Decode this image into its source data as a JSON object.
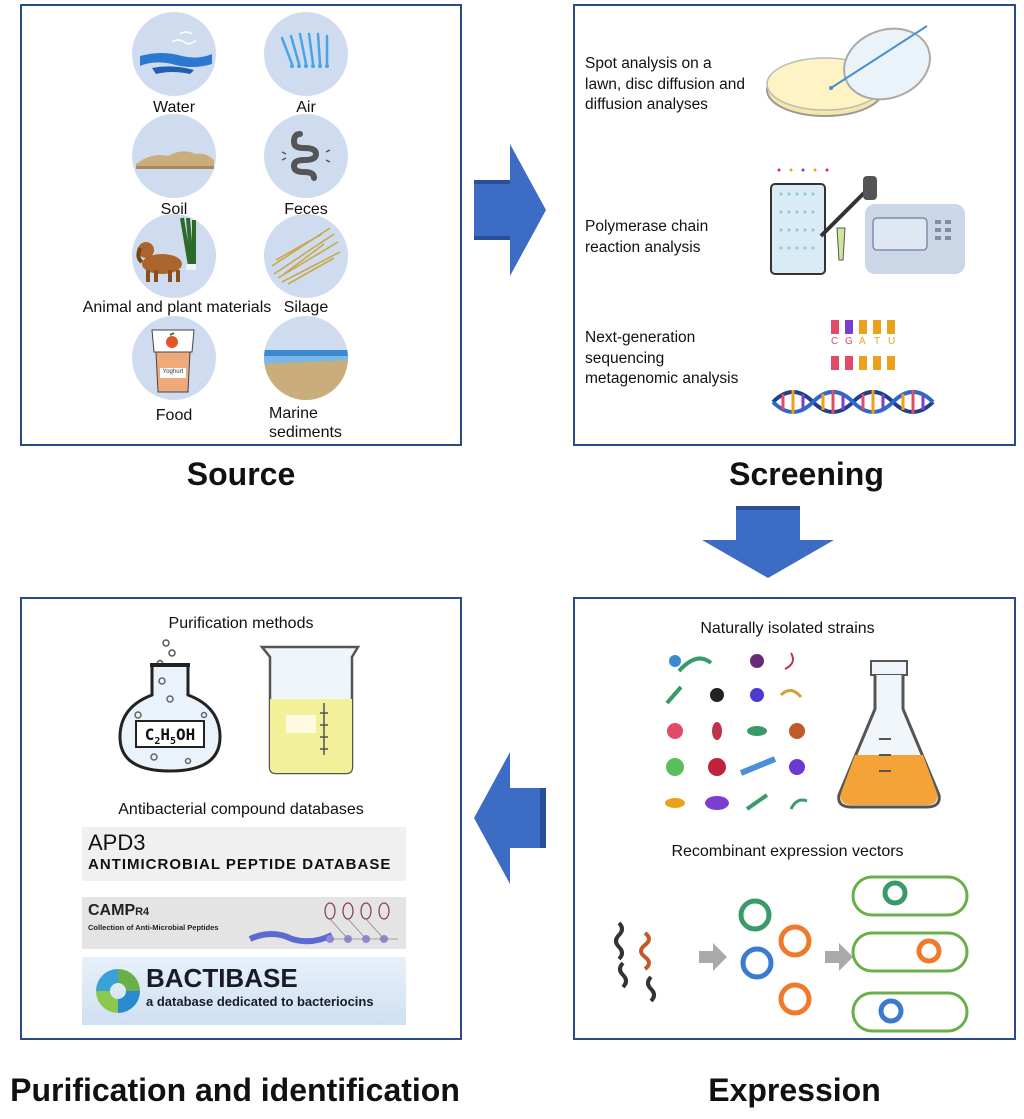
{
  "source": {
    "title": "Source",
    "items": [
      "Water",
      "Air",
      "Soil",
      "Feces",
      "Animal and plant materials",
      "Silage",
      "Food",
      "Marine sediments"
    ],
    "yoghurt_label": "Yoghurt"
  },
  "screening": {
    "title": "Screening",
    "methods": [
      "Spot analysis on a lawn, disc diffusion and diffusion analyses",
      "Polymerase chain reaction analysis",
      "Next-generation sequencing metagenomic analysis"
    ],
    "nucleotides": [
      "C",
      "G",
      "A",
      "T",
      "U"
    ]
  },
  "expression": {
    "title": "Expression",
    "strains_label": "Naturally isolated strains",
    "vectors_label": "Recombinant expression vectors"
  },
  "purification": {
    "title": "Purification and identification",
    "methods_label": "Purification methods",
    "formula": "C2H5OH",
    "databases_label": "Antibacterial compound databases",
    "databases": {
      "apd3_name": "APD3",
      "apd3_sub": "ANTIMICROBIAL PEPTIDE DATABASE",
      "camp_name": "CAMP",
      "camp_version": "R4",
      "camp_sub": "Collection of Anti-Microbial Peptides",
      "bactibase_name": "BACTIBASE",
      "bactibase_sub": "a database dedicated to bacteriocins"
    }
  },
  "colors": {
    "panel_border": "#2b4a8a",
    "arrow": "#3d6cc4",
    "circle_bg": "#cfdcf0"
  }
}
